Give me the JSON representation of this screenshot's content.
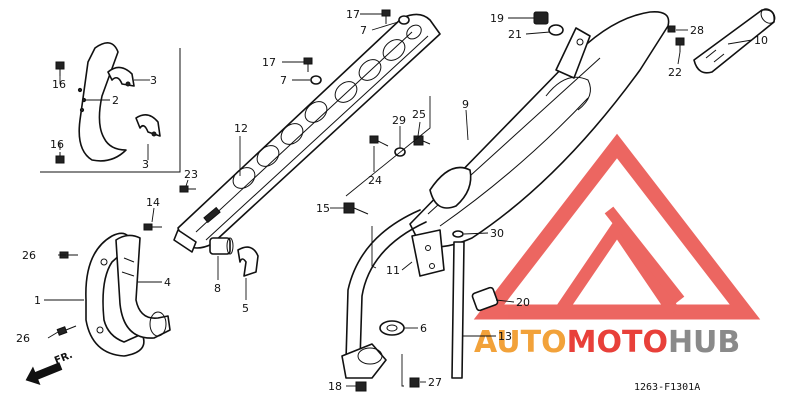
{
  "diagram": {
    "code": "1263-F1301A",
    "direction_label": "FR.",
    "parts": [
      {
        "num": "1"
      },
      {
        "num": "2"
      },
      {
        "num": "3a"
      },
      {
        "num": "3b"
      },
      {
        "num": "4"
      },
      {
        "num": "5"
      },
      {
        "num": "6"
      },
      {
        "num": "7a"
      },
      {
        "num": "7b"
      },
      {
        "num": "8"
      },
      {
        "num": "9"
      },
      {
        "num": "10"
      },
      {
        "num": "11"
      },
      {
        "num": "12"
      },
      {
        "num": "13"
      },
      {
        "num": "14"
      },
      {
        "num": "15"
      },
      {
        "num": "16a"
      },
      {
        "num": "16b"
      },
      {
        "num": "17a"
      },
      {
        "num": "17b"
      },
      {
        "num": "18"
      },
      {
        "num": "19"
      },
      {
        "num": "20"
      },
      {
        "num": "21"
      },
      {
        "num": "22"
      },
      {
        "num": "23"
      },
      {
        "num": "24"
      },
      {
        "num": "25"
      },
      {
        "num": "26a"
      },
      {
        "num": "26b"
      },
      {
        "num": "27"
      },
      {
        "num": "28"
      },
      {
        "num": "29"
      },
      {
        "num": "30"
      }
    ],
    "labels": {
      "p1": "1",
      "p2": "2",
      "p3a": "3",
      "p3b": "3",
      "p4": "4",
      "p5": "5",
      "p6": "6",
      "p7a": "7",
      "p7b": "7",
      "p8": "8",
      "p9": "9",
      "p10": "10",
      "p11": "11",
      "p12": "12",
      "p13": "13",
      "p14": "14",
      "p15": "15",
      "p16a": "16",
      "p16b": "16",
      "p17a": "17",
      "p17b": "17",
      "p18": "18",
      "p19": "19",
      "p20": "20",
      "p21": "21",
      "p22": "22",
      "p23": "23",
      "p24": "24",
      "p25": "25",
      "p26a": "26",
      "p26b": "26",
      "p27": "27",
      "p28": "28",
      "p29": "29",
      "p30": "30"
    }
  },
  "watermark": {
    "brand_auto": "AUTO",
    "brand_moto": "MOTO",
    "brand_hub": "HUB",
    "color_red": "#e8403a",
    "color_orange": "#f2a23a",
    "color_gray": "#8a8a8a"
  }
}
